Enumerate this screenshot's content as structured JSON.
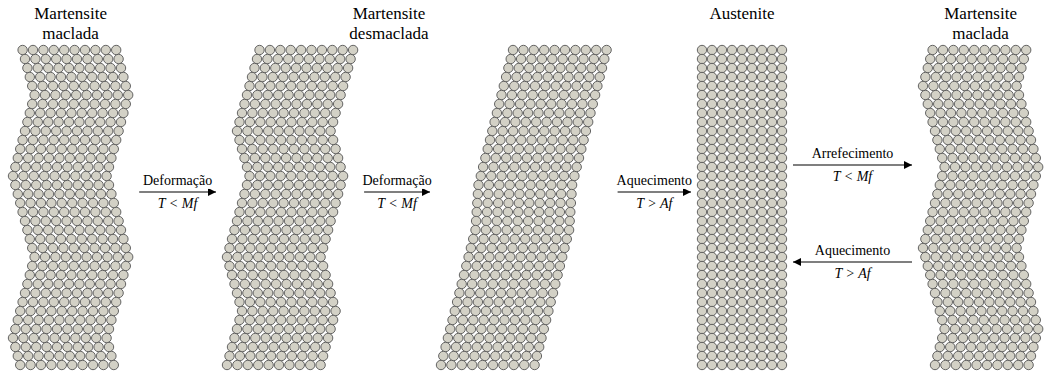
{
  "diagram": {
    "nodes": [
      {
        "text": [
          "Martensite maclada"
        ]
      },
      {
        "text": []
      },
      {
        "text": [
          "Martensite desmaclada"
        ]
      },
      {
        "text": [
          "Austenite"
        ]
      },
      {
        "text": [
          "Martensite maclada"
        ]
      }
    ],
    "edges": [
      {
        "from": 0,
        "to": 1,
        "arrow": "to",
        "label": "Deformação"
      },
      {
        "from": 1,
        "to": 2,
        "arrow": "to",
        "label": "Deformação"
      },
      {
        "from": 2,
        "to": 3,
        "arrow": "to",
        "label": "Aquecimento"
      },
      {
        "from": 3,
        "to": 4,
        "arrow": "to",
        "label": "Arrefecimento"
      },
      {
        "from": 4,
        "to": 3,
        "arrow": "to",
        "label": "Aquecimento"
      }
    ],
    "labels": [
      "T < Mf",
      "T < Mf",
      "T > Af",
      "T < Mf",
      "T > Af"
    ]
  }
}
